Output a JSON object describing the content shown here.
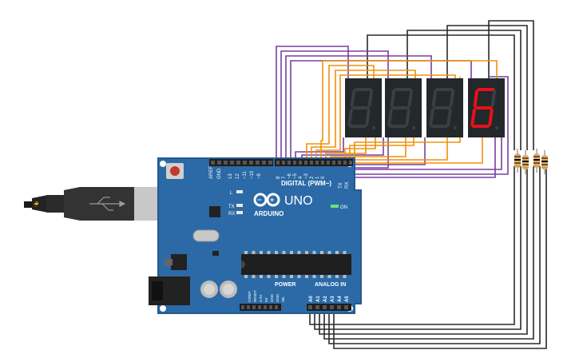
{
  "board": {
    "brand": "ARDUINO",
    "model": "UNO",
    "on_label": "ON",
    "digital_header": "DIGITAL (PWM~)",
    "power_header": "POWER",
    "analog_header": "ANALOG IN",
    "aref": "AREF",
    "gnd": "GND",
    "led_l": "L",
    "led_tx": "TX",
    "led_rx": "RX",
    "tx_pin": "TX",
    "rx_pin": "RX",
    "digital_pins": [
      "13",
      "12",
      "~11",
      "~10",
      "~9",
      "8",
      "7",
      "~6",
      "~5",
      "4",
      "~3",
      "2",
      "1",
      "0"
    ],
    "power_pins": [
      "IOREF",
      "RESET",
      "3.3V",
      "5V",
      "GND",
      "GND",
      "Vin"
    ],
    "analog_pins": [
      "A0",
      "A1",
      "A2",
      "A3",
      "A4",
      "A5"
    ]
  },
  "display": {
    "digits": [
      "",
      "",
      "",
      "6"
    ],
    "lit_color": "#e8101a",
    "unlit_color": "#3a3f42",
    "body_color": "#23282b"
  },
  "colors": {
    "board": "#2b6aa6",
    "wire_purple": "#7a3fa0",
    "wire_orange": "#f0900a",
    "wire_black": "#2a2a2a",
    "header": "#1e1e1e"
  }
}
